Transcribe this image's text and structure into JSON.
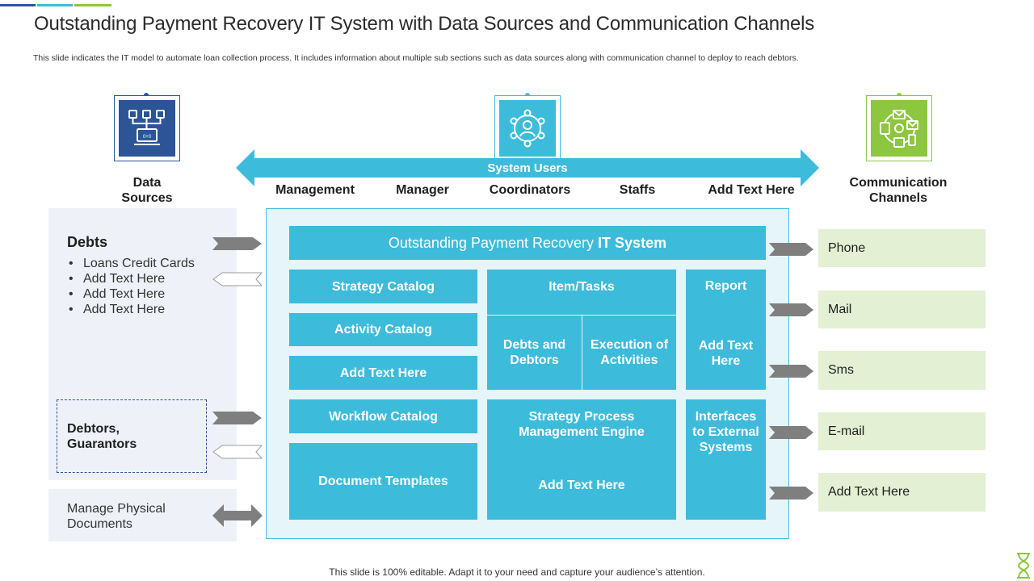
{
  "header": {
    "title": "Outstanding Payment Recovery IT System with Data Sources and Communication Channels",
    "subtitle": "This slide indicates the IT  model to automate loan collection process. It includes information about multiple  sub sections such as data sources along with communication channel to deploy to reach debtors."
  },
  "icons": {
    "data_sources": "flowchart-computer-icon",
    "system_users": "network-people-icon",
    "communication": "communication-icon",
    "corner": "hourglass-icon"
  },
  "colors": {
    "navy": "#2b5597",
    "cyan": "#3dbbdb",
    "green": "#8dc63f",
    "panel_left": "#eef2f8",
    "panel_center": "#e6f5f9",
    "channel_bg": "#e3f0d3",
    "arrow_gray": "#7f7f7f"
  },
  "data_sources": {
    "label": "Data Sources",
    "debts": {
      "heading": "Debts",
      "items": [
        "Loans Credit Cards",
        "Add Text Here",
        "Add Text Here",
        "Add Text Here"
      ]
    },
    "debtors": "Debtors, Guarantors",
    "physical": "Manage Physical Documents"
  },
  "system_users": {
    "label": "System Users",
    "users": [
      "Management",
      "Manager",
      "Coordinators",
      "Staffs",
      "Add Text Here"
    ]
  },
  "communication": {
    "label": "Communication Channels",
    "channels": [
      "Phone",
      "Mail",
      "Sms",
      "E-mail",
      "Add Text Here"
    ]
  },
  "it_system": {
    "title_plain": "Outstanding Payment Recovery ",
    "title_bold": "IT System",
    "left_column": [
      "Strategy Catalog",
      "Activity Catalog",
      "Add Text Here",
      "Workflow Catalog",
      "Document Templates"
    ],
    "items_tasks": {
      "heading": "Item/Tasks",
      "left": "Debts and Debtors",
      "right": "Execution of Activities"
    },
    "engine": {
      "heading": "Strategy Process Management Engine",
      "text": "Add Text Here"
    },
    "report": {
      "heading": "Report",
      "text": "Add Text Here"
    },
    "interfaces": "Interfaces to External Systems"
  },
  "footer": "This slide is 100% editable. Adapt it to your need and capture your audience’s attention."
}
